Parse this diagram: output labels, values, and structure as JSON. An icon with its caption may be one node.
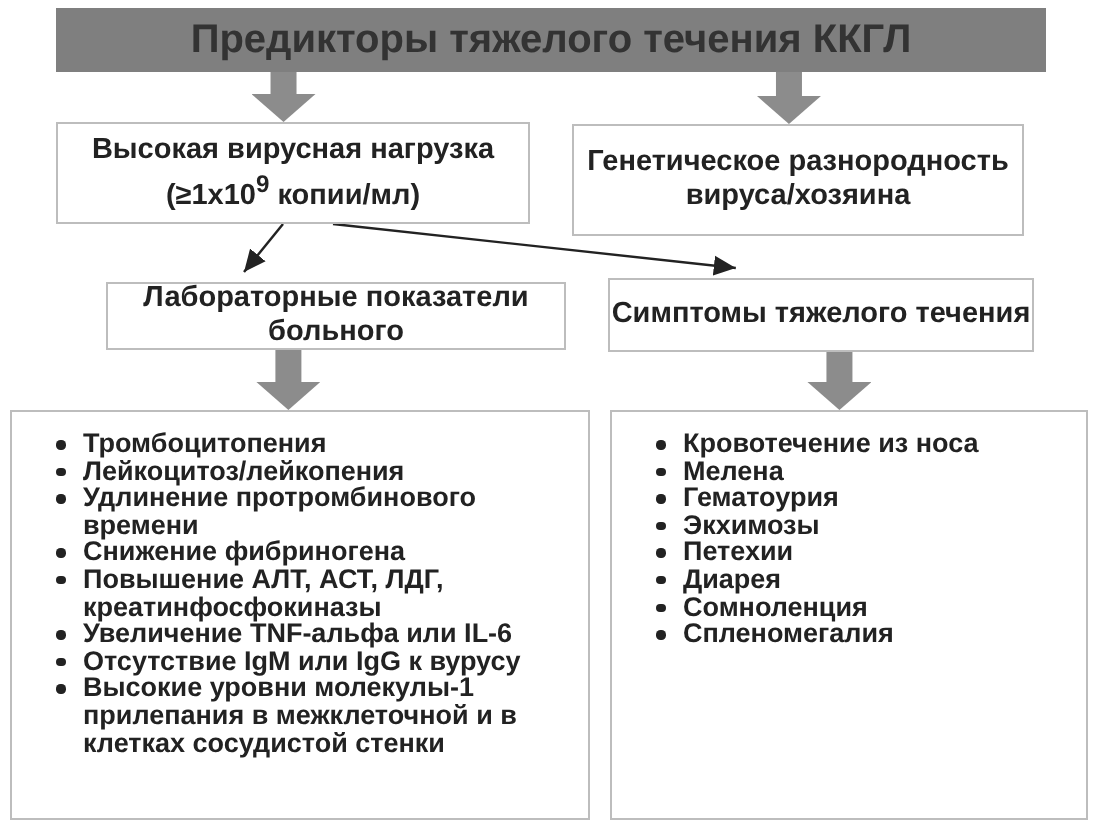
{
  "diagram": {
    "nodes": [
      {
        "text": [
          "Предикторы тяжелого течения ККГЛ"
        ]
      },
      {
        "text": [
          "Высокая вирусная нагрузка (≥1x10$^{9}$ копии/мл)"
        ]
      },
      {
        "text": [
          "Генетическое разнородность вируса/хозяина"
        ]
      },
      {
        "text": [
          "Лабораторные показатели больного"
        ]
      },
      {
        "text": [
          "Симптомы тяжелого течения"
        ]
      },
      {
        "text": [
          "Тромбоцитопения",
          "Лейкоцитоз/лейкопения",
          "Удлинение протромбинового времени",
          "Снижение фибриногена",
          "Повышение АЛТ, АСТ, ЛДГ, креатинфосфокиназы",
          "Увеличение TNF-альфа или IL-6",
          "Отсутствие IgM или IgG к вурусу",
          "Высокие уровни молекулы-1 прилепания в межклеточной и в клетках сосудистой стенки"
        ]
      },
      {
        "text": [
          "Кровотечение из носа",
          "Мелена",
          "Гематоурия",
          "Экхимозы",
          "Петехии",
          "Диарея",
          "Сомноленция",
          "Спленомегалия"
        ]
      }
    ],
    "edges": [
      {
        "from": 0,
        "to": 1,
        "arrow": "to"
      },
      {
        "from": 0,
        "to": 2,
        "arrow": "to"
      },
      {
        "from": 1,
        "to": 3,
        "arrow": "to",
        "color": "#222222"
      },
      {
        "from": 1,
        "to": 4,
        "arrow": "to",
        "color": "#222222"
      },
      {
        "from": 3,
        "to": 5,
        "arrow": "to"
      },
      {
        "from": 4,
        "to": 6,
        "arrow": "to"
      }
    ]
  }
}
